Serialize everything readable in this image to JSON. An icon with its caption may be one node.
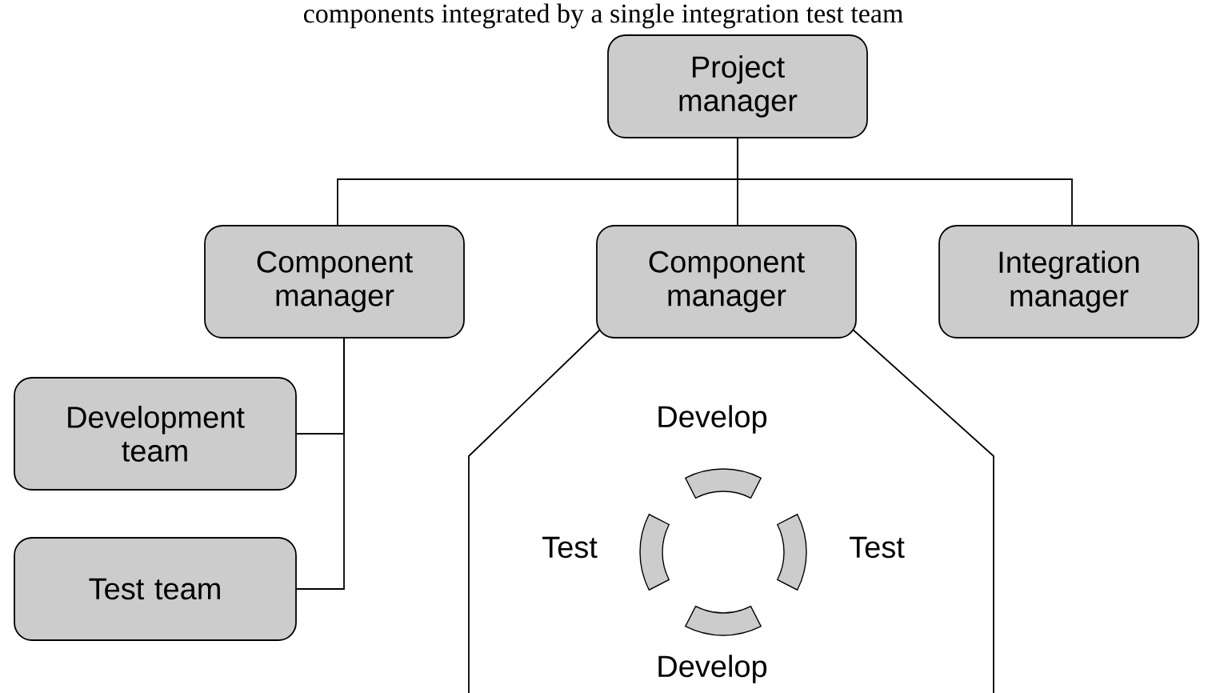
{
  "diagram": {
    "nodes": [
      {
        "text": [
          "Project manager"
        ]
      },
      {
        "text": [
          "Component manager"
        ]
      },
      {
        "text": [
          "Component manager"
        ]
      },
      {
        "text": [
          "Integration manager"
        ]
      },
      {
        "text": [
          "Development team"
        ]
      },
      {
        "text": [
          "Test team"
        ]
      }
    ],
    "edges": [
      {
        "from": 0,
        "to": 1,
        "arrow": "none"
      },
      {
        "from": 0,
        "to": 2,
        "arrow": "none"
      },
      {
        "from": 0,
        "to": 3,
        "arrow": "none"
      },
      {
        "from": 1,
        "to": 4,
        "arrow": "none"
      },
      {
        "from": 1,
        "to": 5,
        "arrow": "none"
      }
    ],
    "labels": [
      "components integrated by a single integration test team",
      "Develop",
      "Test",
      "Test",
      "Develop"
    ]
  }
}
